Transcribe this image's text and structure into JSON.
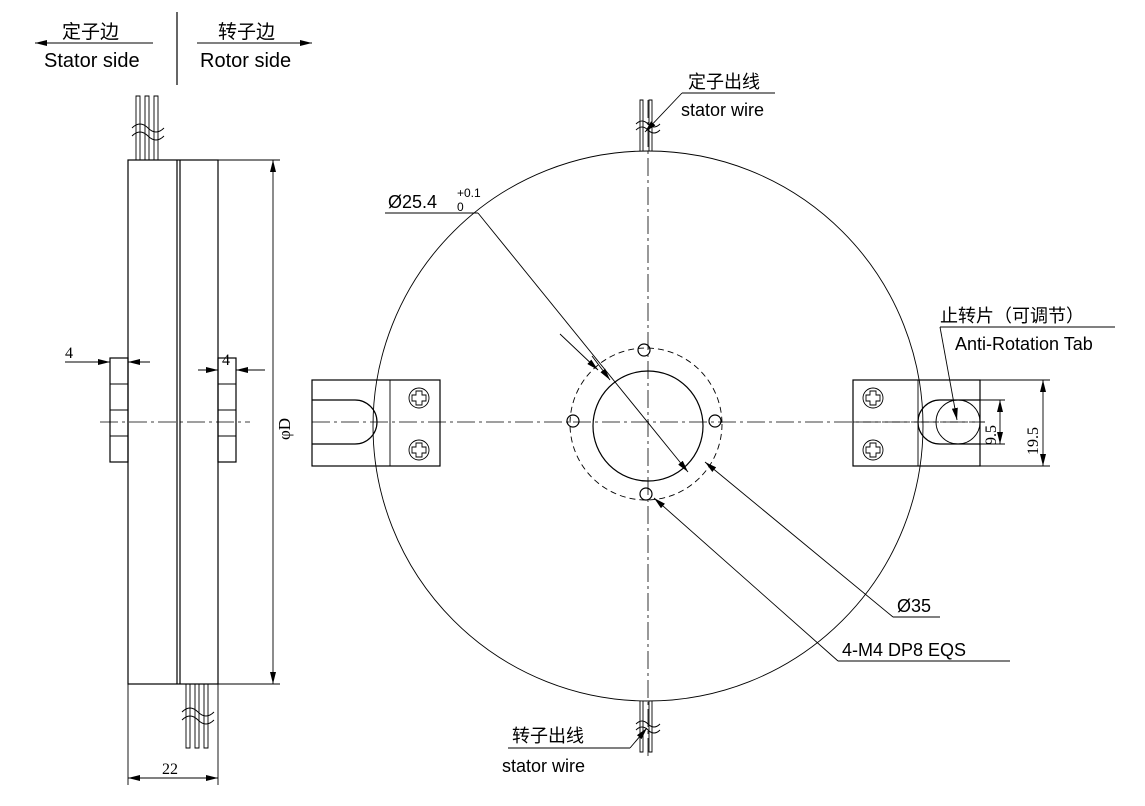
{
  "side_labels": {
    "stator_cn": "定子边",
    "stator_en": "Stator side",
    "rotor_cn": "转子边",
    "rotor_en": "Rotor side"
  },
  "side_view": {
    "dim_left": "4",
    "dim_right": "4",
    "dim_diameter": "φD",
    "dim_width": "22"
  },
  "front_view": {
    "stator_wire_cn": "定子出线",
    "stator_wire_en": "stator wire",
    "rotor_wire_cn": "转子出线",
    "rotor_wire_en": "stator wire",
    "bore_dim": "Ø25.4",
    "bore_tol_upper": "+0.1",
    "bore_tol_lower": "0",
    "bolt_circle_dim": "Ø35",
    "holes_note": "4-M4 DP8  EQS",
    "tab_cn": "止转片（可调节）",
    "tab_en": "Anti-Rotation Tab",
    "slot_dim": "9.5",
    "tab_dim": "19.5"
  }
}
